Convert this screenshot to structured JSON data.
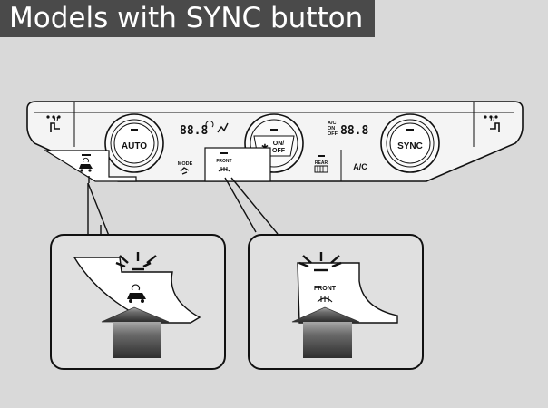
{
  "title": "Models with SYNC button",
  "panel": {
    "auto_label": "AUTO",
    "sync_label": "SYNC",
    "ac_label": "A/C",
    "on_off_line1": "ON/",
    "on_off_line2": "OFF",
    "mode_label": "MODE",
    "front_label": "FRONT",
    "rear_label": "REAR",
    "lcd_left": "88.8",
    "lcd_right": "88.8",
    "ac_on_off_line1": "A/C",
    "ac_on_off_line2": "ON",
    "ac_on_off_line3": "OFF"
  },
  "callouts": {
    "front_label": "FRONT"
  },
  "colors": {
    "background": "#d9d9d9",
    "title_bar": "#4a4a4a",
    "title_text": "#ffffff",
    "callout_box": "#e0e0e0",
    "arrow_dark": "#3a3a3a",
    "arrow_light": "#bdbdbd"
  },
  "icons": {
    "recirculation": "car-recirculation-icon",
    "front_defrost": "front-defrost-icon",
    "rear_defrost": "rear-defrost-icon",
    "seat_heater": "seat-heater-icon",
    "fan": "fan-icon",
    "mode": "mode-icon"
  }
}
